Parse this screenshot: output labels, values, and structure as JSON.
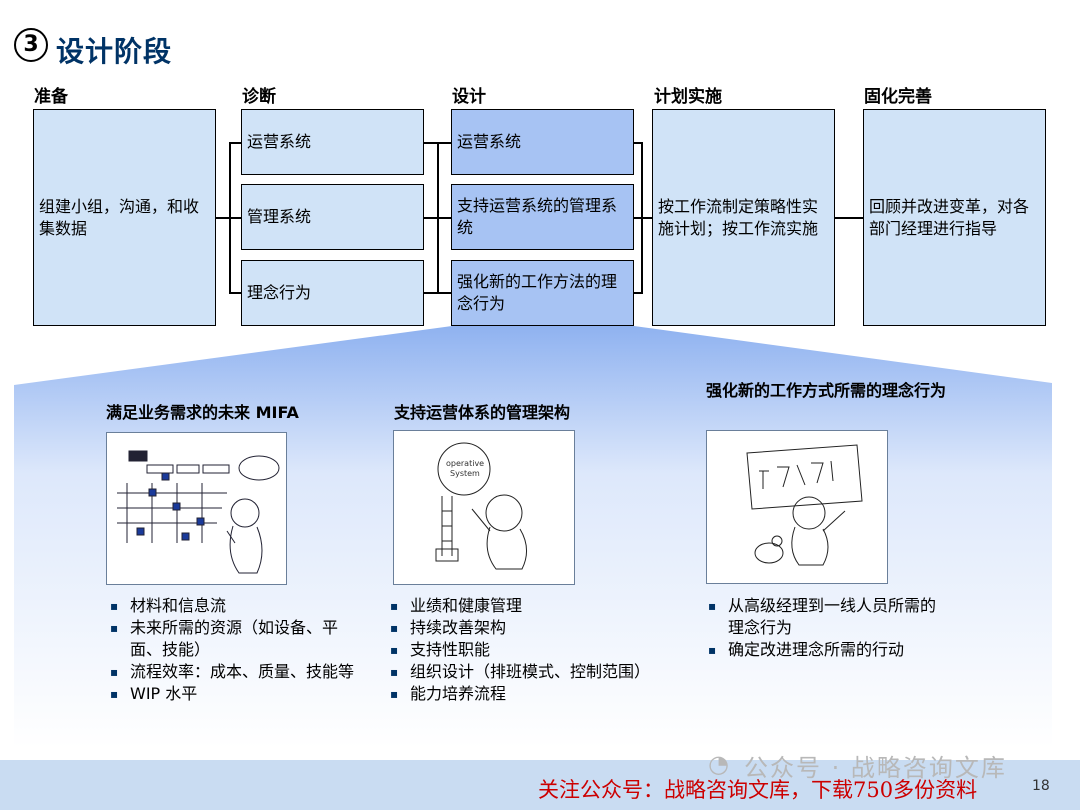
{
  "header": {
    "step_number": "3",
    "title": "设计阶段"
  },
  "phases": [
    {
      "label": "准备"
    },
    {
      "label": "诊断"
    },
    {
      "label": "设计"
    },
    {
      "label": "计划实施"
    },
    {
      "label": "固化完善"
    }
  ],
  "prepare_box": "组建小组，沟通，和收集数据",
  "diagnose_boxes": [
    "运营系统",
    "管理系统",
    "理念行为"
  ],
  "design_boxes": [
    "运营系统",
    "支持运营系统的管理系统",
    "强化新的工作方法的理念行为"
  ],
  "plan_box": "按工作流制定策略性实施计划；按工作流实施",
  "refine_box": "回顾并改进变革，对各部门经理进行指导",
  "sections": [
    {
      "title": "满足业务需求的未来 MIFA",
      "illustration": "mifa-sketch",
      "bullets": [
        "材料和信息流",
        "未来所需的资源（如设备、平面、技能）",
        "流程效率：成本、质量、技能等",
        "WIP 水平"
      ]
    },
    {
      "title": "支持运营体系的管理架构",
      "illustration": "management-sketch",
      "sketch_text": [
        "operative",
        "System"
      ],
      "bullets": [
        "业绩和健康管理",
        "持续改善架构",
        "支持性职能",
        "组织设计（排班模式、控制范围）",
        "能力培养流程"
      ]
    },
    {
      "title": "强化新的工作方式所需的理念行为",
      "illustration": "mindset-sketch",
      "bullets": [
        "从高级经理到一线人员所需的理念行为",
        "确定改进理念所需的行动"
      ]
    }
  ],
  "footer": {
    "watermark": "公众号 · 战略咨询文库",
    "promo": "关注公众号：战略咨询文库，下载750多份资料",
    "page": "18"
  },
  "colors": {
    "light_box": "#d0e3f7",
    "dark_box": "#a7c3f3",
    "title": "#003366",
    "promo": "#cc0000"
  }
}
